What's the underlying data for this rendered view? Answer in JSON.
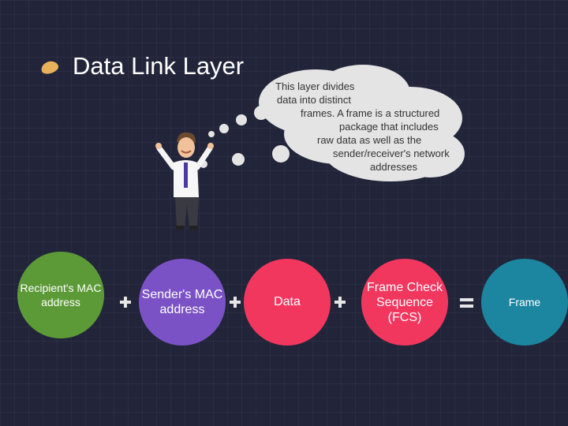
{
  "slide": {
    "title": "Data Link Layer"
  },
  "thought_bubble": {
    "lines": [
      "This layer divides",
      "data into distinct",
      "frames. A frame is a structured",
      "package that includes",
      "raw data as well as the",
      "sender/receiver's network",
      "addresses"
    ]
  },
  "frame_parts": {
    "recipient_mac": "Recipient's MAC address",
    "sender_mac": "Sender's MAC address",
    "data": "Data",
    "fcs": "Frame Check Sequence (FCS)",
    "frame": "Frame"
  },
  "colors": {
    "background": "#22253a",
    "bullet": "#e8b25a",
    "recipient": "#5c9a38",
    "sender": "#7b52c6",
    "data": "#f2375f",
    "fcs": "#f2375f",
    "frame": "#1c85a0"
  },
  "icons": [
    "bullet-icon",
    "plus-icon",
    "equals-icon",
    "person-illustration",
    "thought-cloud"
  ]
}
